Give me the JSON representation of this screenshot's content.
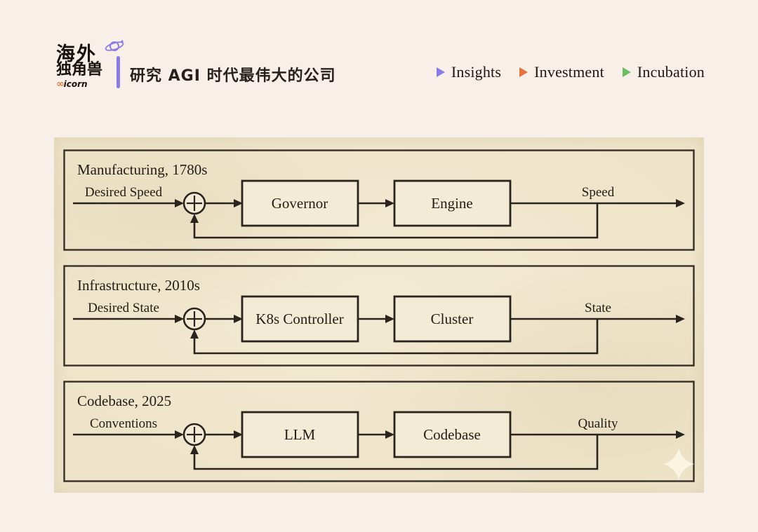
{
  "header": {
    "logo": {
      "cn_line1": "海外",
      "cn_line2": "独角兽",
      "en_infinity": "∞",
      "en_suffix": "icorn"
    },
    "tagline": "研究 AGI 时代最伟大的公司",
    "nav": [
      {
        "label": "Insights",
        "color": "#8a7ce8"
      },
      {
        "label": "Investment",
        "color": "#e8713c"
      },
      {
        "label": "Incubation",
        "color": "#67bf60"
      }
    ]
  },
  "diagram": {
    "type": "block-diagram-feedback-loops",
    "panels": [
      {
        "title": "Manufacturing, 1780s",
        "input": "Desired Speed",
        "controller": "Governor",
        "plant": "Engine",
        "output": "Speed"
      },
      {
        "title": "Infrastructure, 2010s",
        "input": "Desired State",
        "controller": "K8s Controller",
        "plant": "Cluster",
        "output": "State"
      },
      {
        "title": "Codebase, 2025",
        "input": "Conventions",
        "controller": "LLM",
        "plant": "Codebase",
        "output": "Quality"
      }
    ]
  },
  "colors": {
    "page_bg": "#f7efe8",
    "board_bg": "#eee4c9",
    "ink": "#29241d",
    "accent_purple": "#8a7ce8",
    "accent_orange": "#e8713c",
    "accent_green": "#67bf60"
  }
}
